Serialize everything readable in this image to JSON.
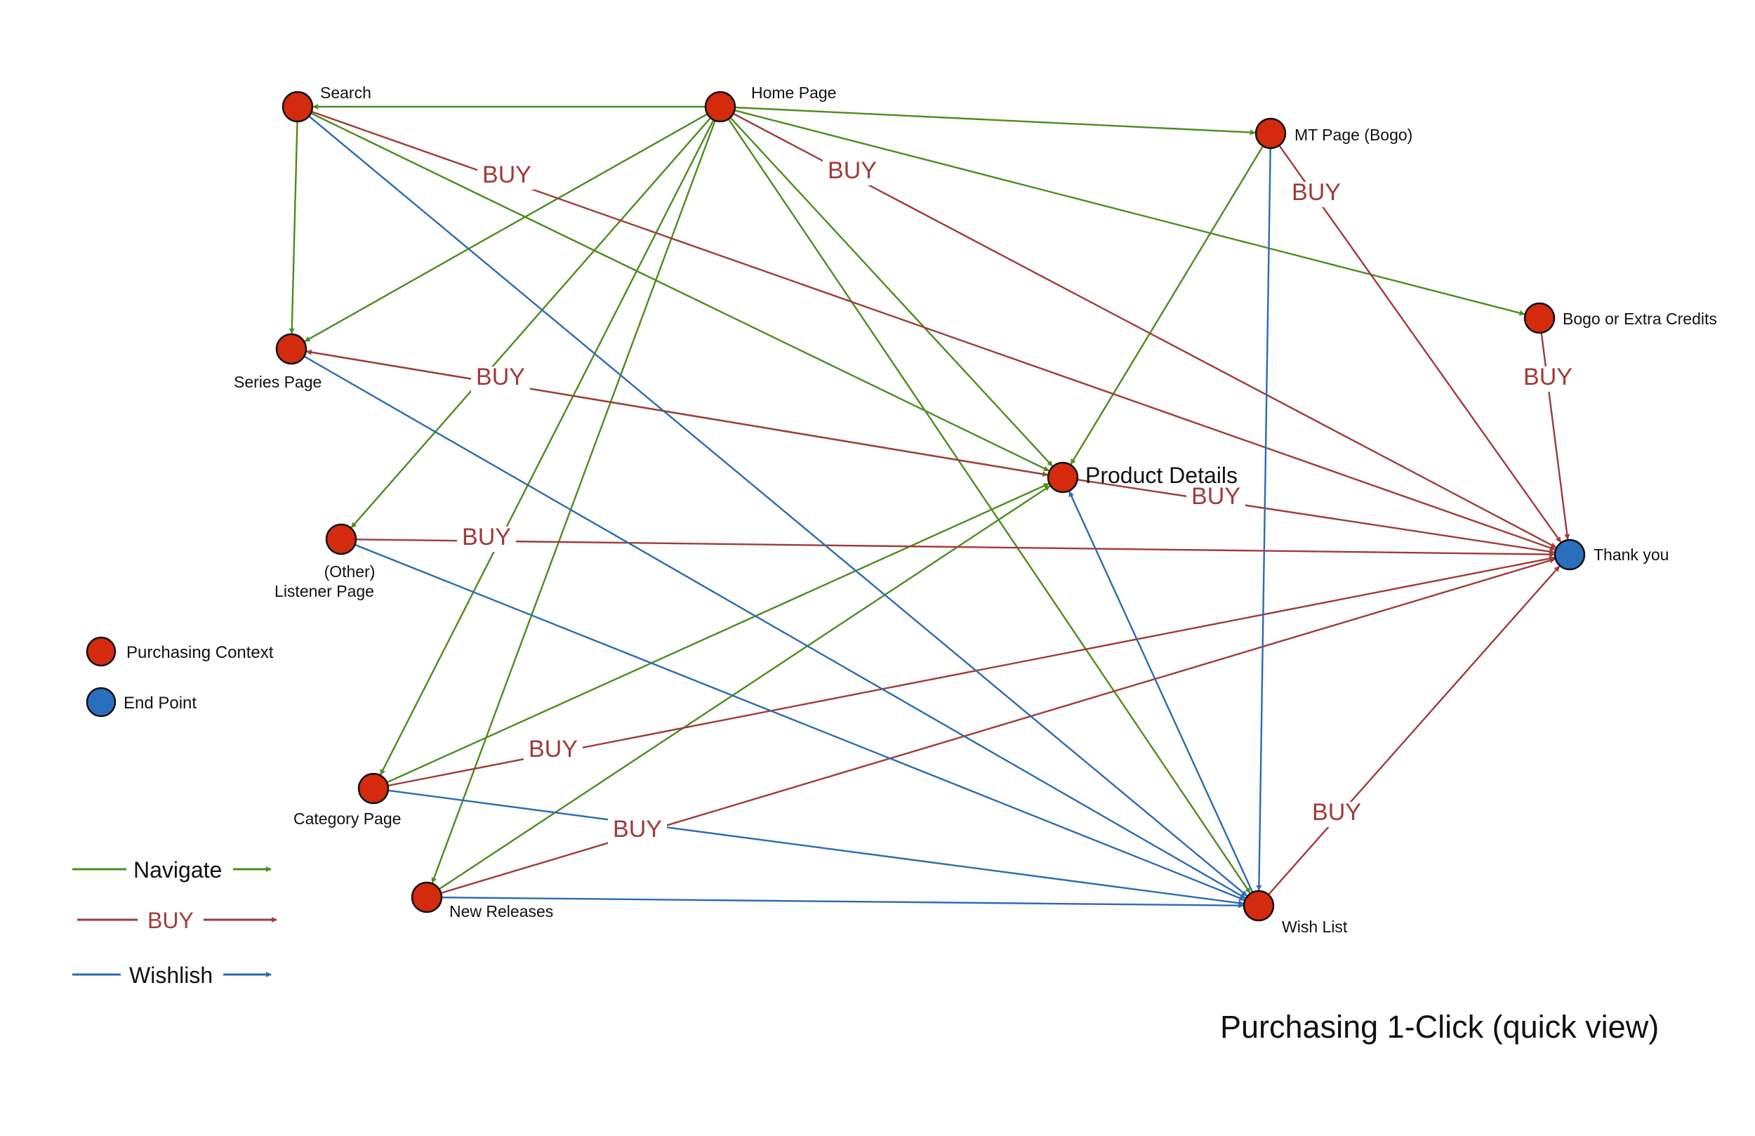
{
  "title": "Purchasing 1-Click (quick view)",
  "colors": {
    "navigate": "#4d8c1e",
    "buy": "#a13a3a",
    "wishlist": "#2b6cb0",
    "purchasing_node": "#d42a0e",
    "end_node": "#2a6fbd",
    "node_stroke": "#111111"
  },
  "legend": {
    "purchasing_context": "Purchasing Context",
    "end_point": "End Point",
    "navigate": "Navigate",
    "buy": "BUY",
    "wishlist": "Wishlish"
  },
  "buy_label": "BUY",
  "nodes": [
    {
      "id": "search",
      "name": "search-node",
      "kind": "purchasing",
      "label": [
        "Search"
      ]
    },
    {
      "id": "home",
      "name": "home-page-node",
      "kind": "purchasing",
      "label": [
        "Home Page"
      ]
    },
    {
      "id": "mt",
      "name": "mt-page-node",
      "kind": "purchasing",
      "label": [
        "MT Page (Bogo)"
      ]
    },
    {
      "id": "bogo",
      "name": "bogo-extra-credits-node",
      "kind": "purchasing",
      "label": [
        "Bogo or Extra Credits"
      ]
    },
    {
      "id": "series",
      "name": "series-page-node",
      "kind": "purchasing",
      "label": [
        "Series Page"
      ]
    },
    {
      "id": "product",
      "name": "product-details-node",
      "kind": "purchasing",
      "label": [
        "Product Details"
      ]
    },
    {
      "id": "listener",
      "name": "listener-page-node",
      "kind": "purchasing",
      "label": [
        "(Other)",
        "Listener Page"
      ]
    },
    {
      "id": "thankyou",
      "name": "thank-you-node",
      "kind": "end",
      "label": [
        "Thank you"
      ]
    },
    {
      "id": "category",
      "name": "category-page-node",
      "kind": "purchasing",
      "label": [
        "Category Page"
      ]
    },
    {
      "id": "newrel",
      "name": "new-releases-node",
      "kind": "purchasing",
      "label": [
        "New Releases"
      ]
    },
    {
      "id": "wish",
      "name": "wish-list-node",
      "kind": "purchasing",
      "label": [
        "Wish List"
      ]
    }
  ],
  "edges": [
    {
      "from": "home",
      "to": "search",
      "type": "navigate"
    },
    {
      "from": "home",
      "to": "mt",
      "type": "navigate"
    },
    {
      "from": "home",
      "to": "bogo",
      "type": "navigate"
    },
    {
      "from": "home",
      "to": "series",
      "type": "navigate"
    },
    {
      "from": "home",
      "to": "listener",
      "type": "navigate"
    },
    {
      "from": "home",
      "to": "category",
      "type": "navigate"
    },
    {
      "from": "home",
      "to": "newrel",
      "type": "navigate"
    },
    {
      "from": "home",
      "to": "product",
      "type": "navigate"
    },
    {
      "from": "home",
      "to": "wish",
      "type": "navigate"
    },
    {
      "from": "search",
      "to": "series",
      "type": "navigate"
    },
    {
      "from": "search",
      "to": "product",
      "type": "navigate"
    },
    {
      "from": "series",
      "to": "product",
      "type": "navigate"
    },
    {
      "from": "mt",
      "to": "product",
      "type": "navigate"
    },
    {
      "from": "category",
      "to": "product",
      "type": "navigate"
    },
    {
      "from": "newrel",
      "to": "product",
      "type": "navigate"
    },
    {
      "from": "search",
      "to": "thankyou",
      "type": "buy",
      "labeled": true
    },
    {
      "from": "home",
      "to": "thankyou",
      "type": "buy",
      "labeled": true
    },
    {
      "from": "mt",
      "to": "thankyou",
      "type": "buy",
      "labeled": true
    },
    {
      "from": "bogo",
      "to": "thankyou",
      "type": "buy",
      "labeled": true
    },
    {
      "from": "product",
      "to": "series",
      "type": "buy",
      "labeled": true
    },
    {
      "from": "product",
      "to": "thankyou",
      "type": "buy",
      "labeled": true
    },
    {
      "from": "listener",
      "to": "thankyou",
      "type": "buy",
      "labeled": true
    },
    {
      "from": "category",
      "to": "thankyou",
      "type": "buy",
      "labeled": true
    },
    {
      "from": "newrel",
      "to": "thankyou",
      "type": "buy",
      "labeled": true
    },
    {
      "from": "wish",
      "to": "thankyou",
      "type": "buy",
      "labeled": true
    },
    {
      "from": "search",
      "to": "wish",
      "type": "wishlist"
    },
    {
      "from": "series",
      "to": "wish",
      "type": "wishlist"
    },
    {
      "from": "listener",
      "to": "wish",
      "type": "wishlist"
    },
    {
      "from": "category",
      "to": "wish",
      "type": "wishlist"
    },
    {
      "from": "newrel",
      "to": "wish",
      "type": "wishlist"
    },
    {
      "from": "mt",
      "to": "wish",
      "type": "wishlist"
    },
    {
      "from": "wish",
      "to": "product",
      "type": "wishlist"
    }
  ]
}
